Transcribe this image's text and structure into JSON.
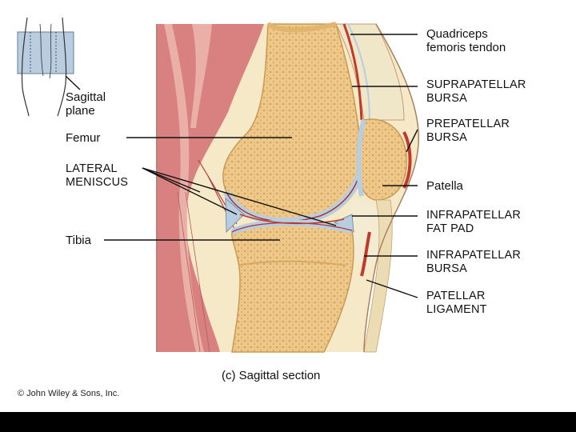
{
  "labels": {
    "quadriceps": "Quadriceps\nfemoris tendon",
    "suprapatellar": "SUPRAPATELLAR\nBURSA",
    "prepatellar": "PREPATELLAR\nBURSA",
    "patella": "Patella",
    "infrapatellar_fat": "INFRAPATELLAR\nFAT PAD",
    "infrapatellar_bursa": "INFRAPATELLAR\nBURSA",
    "patellar_ligament": "PATELLAR\nLIGAMENT",
    "sagittal_plane": "Sagittal\nplane",
    "femur": "Femur",
    "lateral_meniscus": "LATERAL\nMENISCUS",
    "tibia": "Tibia"
  },
  "caption": "(c) Sagittal section",
  "copyright": "© John Wiley & Sons, Inc.",
  "colors": {
    "background": "#ffffff",
    "bottom_bar": "#000000",
    "muscle": "#d98080",
    "muscle_light": "#eab0a8",
    "bone": "#eec98a",
    "bone_dark": "#e2b56e",
    "cartilage": "#b9cde0",
    "tendon": "#f0e6c8",
    "skin": "#f6e9c8"
  }
}
